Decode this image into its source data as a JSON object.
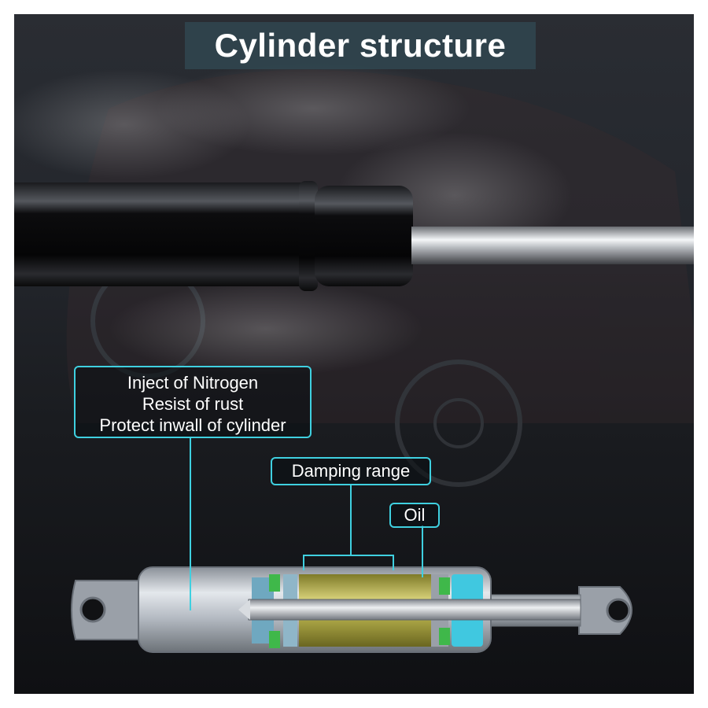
{
  "title": "Cylinder structure",
  "labels": {
    "nitrogen": [
      "Inject of Nitrogen",
      "Resist of rust",
      "Protect inwall of cylinder"
    ],
    "damping": "Damping range",
    "oil": "Oil"
  },
  "colors": {
    "callout_border": "#3fd0e0",
    "title_bg": "#30464f",
    "oil_chamber": "#b8b040",
    "seal": "#3fb84a",
    "end_cap": "#40c8e0"
  }
}
